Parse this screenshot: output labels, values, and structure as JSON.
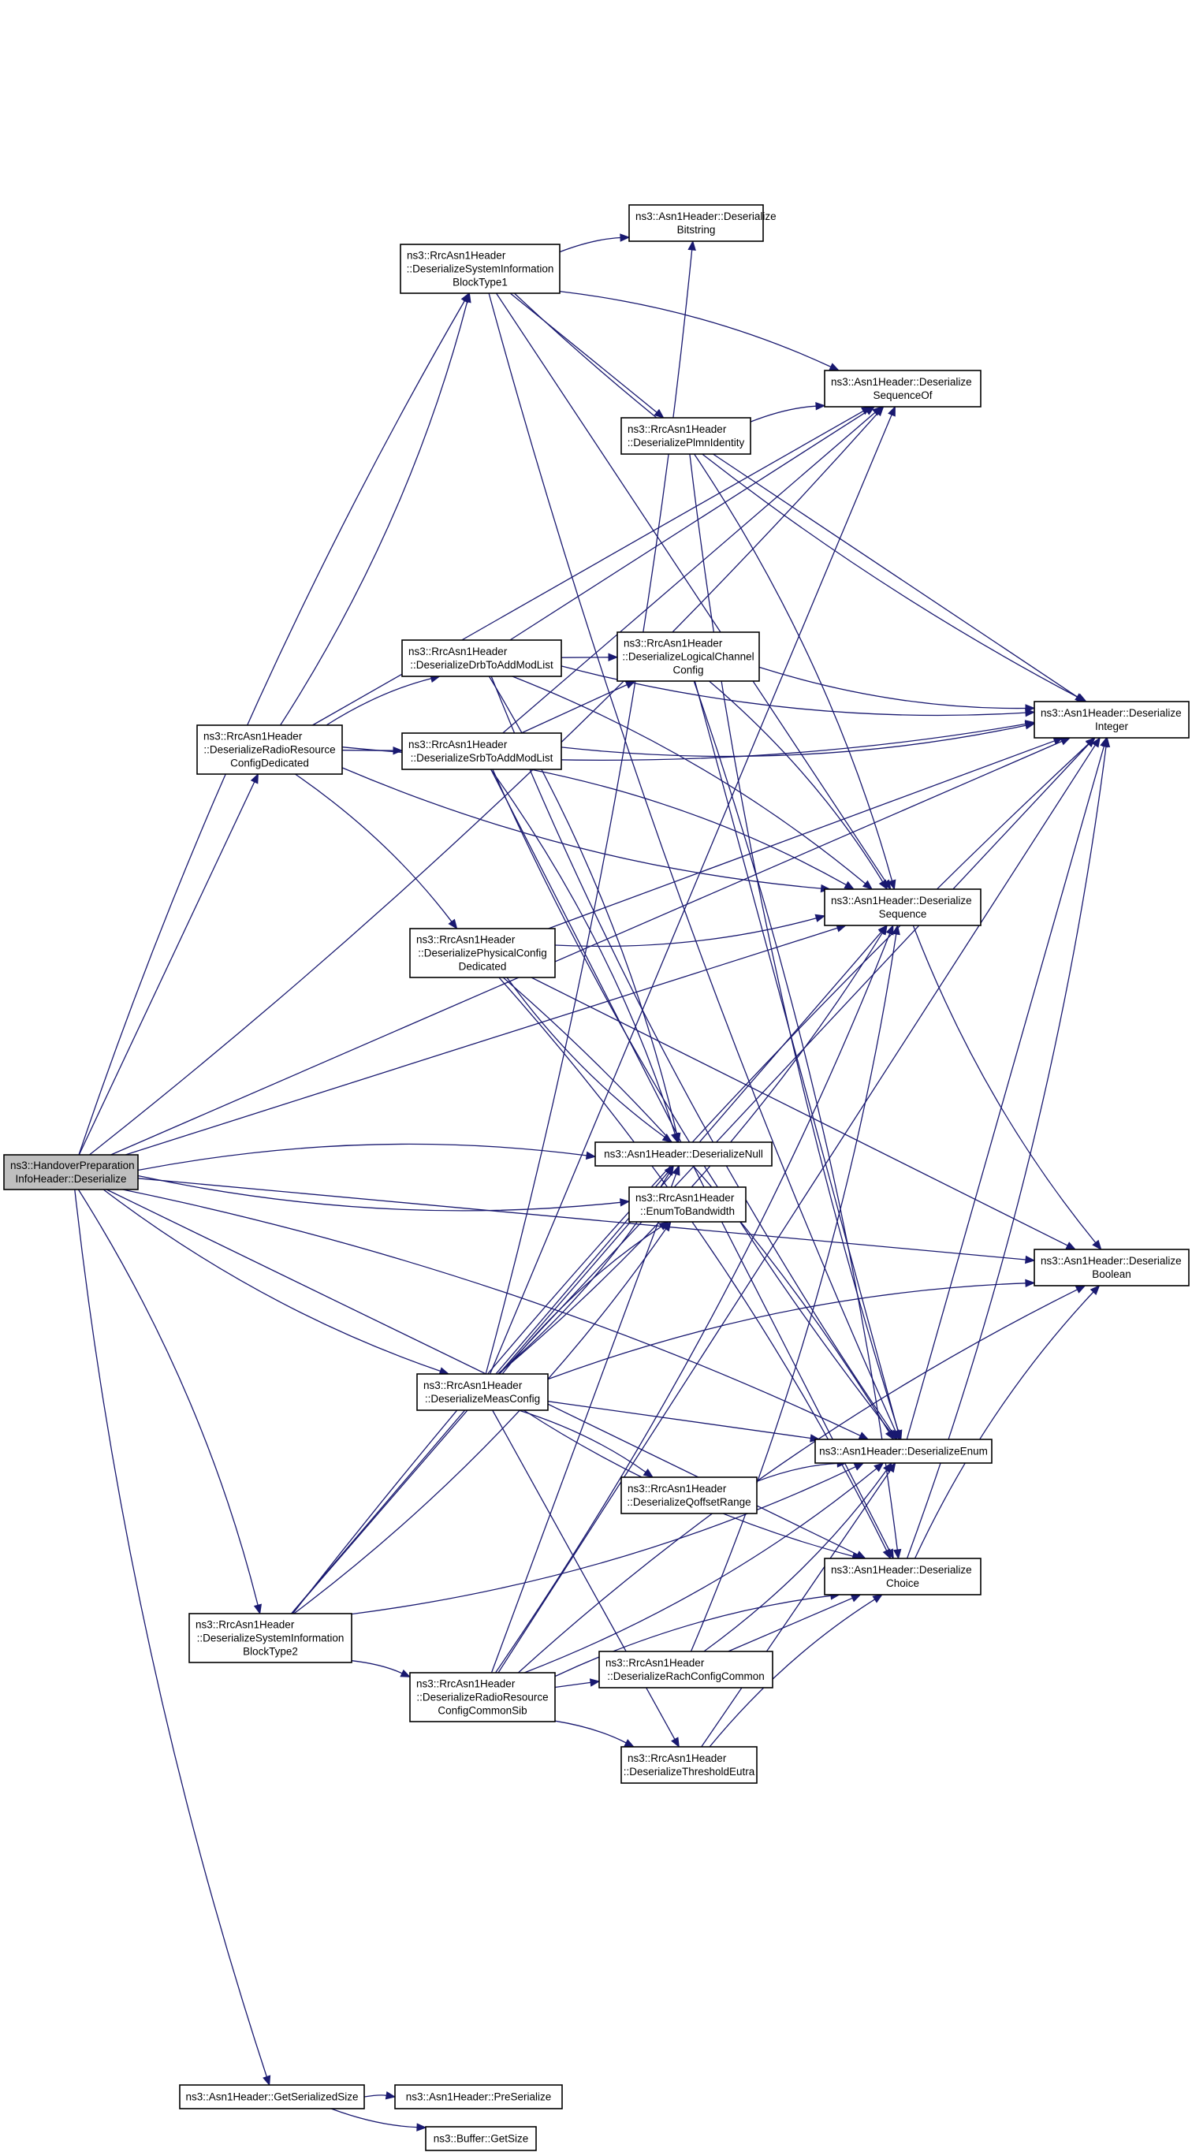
{
  "nodes": [
    {
      "id": "root",
      "lines": [
        "ns3::HandoverPreparation",
        "InfoHeader::Deserialize"
      ],
      "root": true
    },
    {
      "id": "rrcDed",
      "lines": [
        "ns3::RrcAsn1Header",
        "::DeserializeRadioResource",
        "ConfigDedicated"
      ]
    },
    {
      "id": "sib1",
      "lines": [
        "ns3::RrcAsn1Header",
        "::DeserializeSystemInformation",
        "BlockType1"
      ]
    },
    {
      "id": "bitstring",
      "lines": [
        "ns3::Asn1Header::Deserialize",
        "Bitstring"
      ]
    },
    {
      "id": "seqOf",
      "lines": [
        "ns3::Asn1Header::Deserialize",
        "SequenceOf"
      ]
    },
    {
      "id": "plmn",
      "lines": [
        "ns3::RrcAsn1Header",
        "::DeserializePlmnIdentity"
      ]
    },
    {
      "id": "drb",
      "lines": [
        "ns3::RrcAsn1Header",
        "::DeserializeDrbToAddModList"
      ]
    },
    {
      "id": "lcc",
      "lines": [
        "ns3::RrcAsn1Header",
        "::DeserializeLogicalChannel",
        "Config"
      ]
    },
    {
      "id": "integer",
      "lines": [
        "ns3::Asn1Header::Deserialize",
        "Integer"
      ]
    },
    {
      "id": "srb",
      "lines": [
        "ns3::RrcAsn1Header",
        "::DeserializeSrbToAddModList"
      ]
    },
    {
      "id": "sequence",
      "lines": [
        "ns3::Asn1Header::Deserialize",
        "Sequence"
      ]
    },
    {
      "id": "phy",
      "lines": [
        "ns3::RrcAsn1Header",
        "::DeserializePhysicalConfig",
        "Dedicated"
      ]
    },
    {
      "id": "null",
      "lines": [
        "ns3::Asn1Header::DeserializeNull"
      ]
    },
    {
      "id": "bw",
      "lines": [
        "ns3::RrcAsn1Header",
        "::EnumToBandwidth"
      ]
    },
    {
      "id": "boolean",
      "lines": [
        "ns3::Asn1Header::Deserialize",
        "Boolean"
      ]
    },
    {
      "id": "meas",
      "lines": [
        "ns3::RrcAsn1Header",
        "::DeserializeMeasConfig"
      ]
    },
    {
      "id": "enum",
      "lines": [
        "ns3::Asn1Header::DeserializeEnum"
      ]
    },
    {
      "id": "qoff",
      "lines": [
        "ns3::RrcAsn1Header",
        "::DeserializeQoffsetRange"
      ]
    },
    {
      "id": "choice",
      "lines": [
        "ns3::Asn1Header::Deserialize",
        "Choice"
      ]
    },
    {
      "id": "sib2",
      "lines": [
        "ns3::RrcAsn1Header",
        "::DeserializeSystemInformation",
        "BlockType2"
      ]
    },
    {
      "id": "rrcSib",
      "lines": [
        "ns3::RrcAsn1Header",
        "::DeserializeRadioResource",
        "ConfigCommonSib"
      ]
    },
    {
      "id": "rach",
      "lines": [
        "ns3::RrcAsn1Header",
        "::DeserializeRachConfigCommon"
      ]
    },
    {
      "id": "thresh",
      "lines": [
        "ns3::RrcAsn1Header",
        "::DeserializeThresholdEutra"
      ]
    },
    {
      "id": "getSize",
      "lines": [
        "ns3::Asn1Header::GetSerializedSize"
      ]
    },
    {
      "id": "preSer",
      "lines": [
        "ns3::Asn1Header::PreSerialize"
      ]
    },
    {
      "id": "bufSize",
      "lines": [
        "ns3::Buffer::GetSize"
      ]
    }
  ],
  "edges": [
    [
      "root",
      "integer"
    ],
    [
      "root",
      "seqOf"
    ],
    [
      "root",
      "sib1"
    ],
    [
      "root",
      "rrcDed"
    ],
    [
      "root",
      "null"
    ],
    [
      "root",
      "bw"
    ],
    [
      "root",
      "sequence"
    ],
    [
      "root",
      "meas"
    ],
    [
      "root",
      "enum"
    ],
    [
      "root",
      "choice"
    ],
    [
      "root",
      "sib2"
    ],
    [
      "root",
      "getSize"
    ],
    [
      "root",
      "boolean"
    ],
    [
      "rrcDed",
      "sib1"
    ],
    [
      "rrcDed",
      "drb"
    ],
    [
      "rrcDed",
      "srb"
    ],
    [
      "rrcDed",
      "phy"
    ],
    [
      "rrcDed",
      "sequence"
    ],
    [
      "rrcDed",
      "seqOf"
    ],
    [
      "rrcDed",
      "integer"
    ],
    [
      "sib1",
      "bitstring"
    ],
    [
      "sib1",
      "plmn"
    ],
    [
      "sib1",
      "seqOf"
    ],
    [
      "sib1",
      "integer"
    ],
    [
      "sib1",
      "sequence"
    ],
    [
      "sib1",
      "enum"
    ],
    [
      "plmn",
      "seqOf"
    ],
    [
      "plmn",
      "integer"
    ],
    [
      "plmn",
      "sequence"
    ],
    [
      "plmn",
      "enum"
    ],
    [
      "drb",
      "lcc"
    ],
    [
      "drb",
      "integer"
    ],
    [
      "drb",
      "sequence"
    ],
    [
      "drb",
      "seqOf"
    ],
    [
      "drb",
      "null"
    ],
    [
      "drb",
      "enum"
    ],
    [
      "srb",
      "lcc"
    ],
    [
      "srb",
      "integer"
    ],
    [
      "srb",
      "sequence"
    ],
    [
      "srb",
      "seqOf"
    ],
    [
      "srb",
      "null"
    ],
    [
      "srb",
      "enum"
    ],
    [
      "srb",
      "choice"
    ],
    [
      "lcc",
      "integer"
    ],
    [
      "lcc",
      "sequence"
    ],
    [
      "lcc",
      "enum"
    ],
    [
      "lcc",
      "choice"
    ],
    [
      "phy",
      "sequence"
    ],
    [
      "phy",
      "integer"
    ],
    [
      "phy",
      "null"
    ],
    [
      "phy",
      "enum"
    ],
    [
      "phy",
      "boolean"
    ],
    [
      "phy",
      "choice"
    ],
    [
      "meas",
      "sequence"
    ],
    [
      "meas",
      "integer"
    ],
    [
      "meas",
      "null"
    ],
    [
      "meas",
      "bw"
    ],
    [
      "meas",
      "enum"
    ],
    [
      "meas",
      "qoff"
    ],
    [
      "meas",
      "choice"
    ],
    [
      "meas",
      "thresh"
    ],
    [
      "meas",
      "bitstring"
    ],
    [
      "meas",
      "boolean"
    ],
    [
      "meas",
      "seqOf"
    ],
    [
      "qoff",
      "enum"
    ],
    [
      "sequence",
      "boolean"
    ],
    [
      "enum",
      "integer"
    ],
    [
      "choice",
      "integer"
    ],
    [
      "choice",
      "boolean"
    ],
    [
      "sib2",
      "sequence"
    ],
    [
      "sib2",
      "rrcSib"
    ],
    [
      "sib2",
      "bw"
    ],
    [
      "sib2",
      "null"
    ],
    [
      "sib2",
      "enum"
    ],
    [
      "sib2",
      "integer"
    ],
    [
      "rrcSib",
      "rach"
    ],
    [
      "rrcSib",
      "thresh"
    ],
    [
      "rrcSib",
      "sequence"
    ],
    [
      "rrcSib",
      "null"
    ],
    [
      "rrcSib",
      "enum"
    ],
    [
      "rrcSib",
      "choice"
    ],
    [
      "rrcSib",
      "integer"
    ],
    [
      "rrcSib",
      "boolean"
    ],
    [
      "rach",
      "enum"
    ],
    [
      "rach",
      "choice"
    ],
    [
      "rach",
      "sequence"
    ],
    [
      "thresh",
      "choice"
    ],
    [
      "thresh",
      "enum"
    ],
    [
      "getSize",
      "preSer"
    ],
    [
      "getSize",
      "bufSize"
    ]
  ]
}
